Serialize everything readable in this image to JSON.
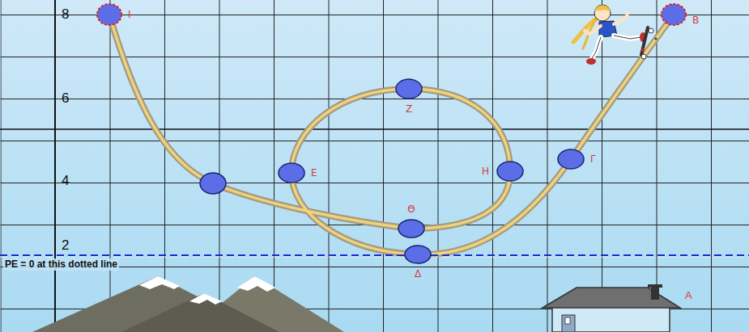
{
  "diagram": {
    "nodes": [
      {
        "text": [
          "Ι"
        ]
      },
      {
        "text": [
          "Β"
        ]
      },
      {
        "text": [
          "Ζ"
        ]
      },
      {
        "text": [
          "Ε"
        ]
      },
      {
        "text": [
          "Η"
        ]
      },
      {
        "text": [
          "Γ"
        ]
      },
      {
        "text": [
          "Θ"
        ]
      },
      {
        "text": [
          "Δ"
        ]
      }
    ],
    "labels": [
      "8",
      "6",
      "4",
      "2",
      "PE = 0 at this dotted line",
      "Α"
    ]
  }
}
